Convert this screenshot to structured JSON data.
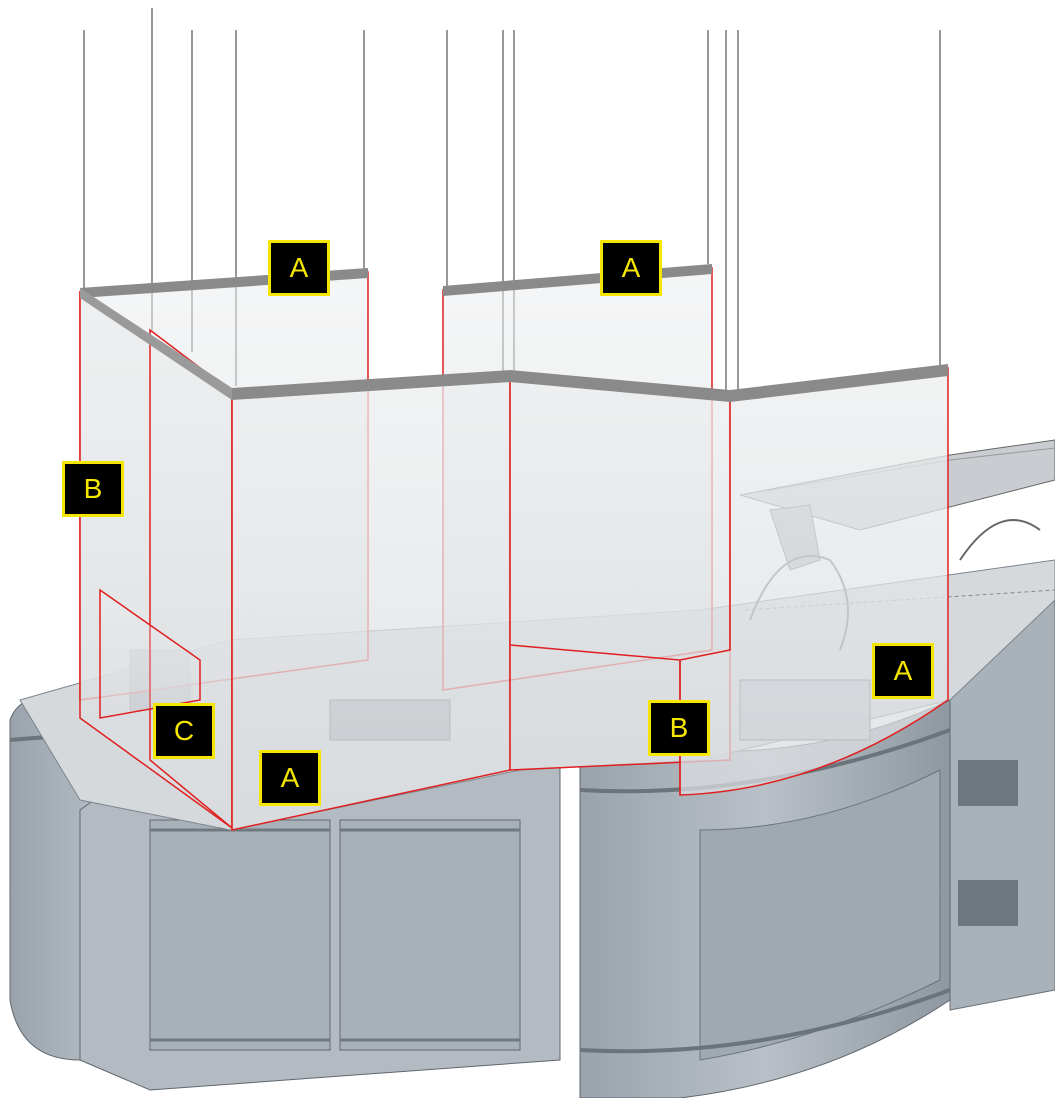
{
  "figure": {
    "callouts": [
      {
        "text": "A",
        "key": "top-left"
      },
      {
        "text": "A",
        "key": "top-right"
      },
      {
        "text": "B",
        "key": "left"
      },
      {
        "text": "C",
        "key": "bottom-left"
      },
      {
        "text": "A",
        "key": "bottom-center"
      },
      {
        "text": "B",
        "key": "bottom-right-small"
      },
      {
        "text": "A",
        "key": "right"
      }
    ],
    "colors": {
      "outline": "#e02020",
      "label_bg": "#000000",
      "label_fg": "#f5e600",
      "counter_body": "#a8b0b8",
      "glass": "#e4e6e8",
      "rail": "#8a8a8a"
    }
  }
}
